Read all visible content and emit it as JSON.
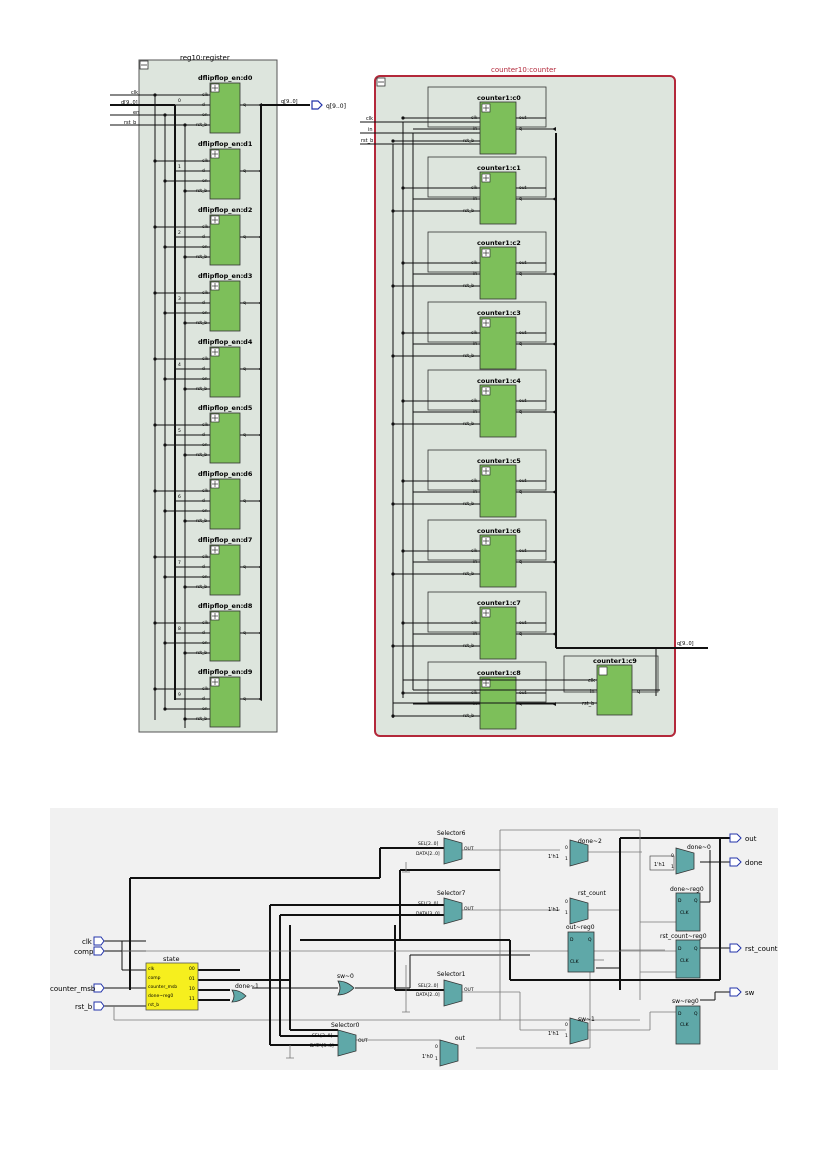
{
  "top_diagram": {
    "register": {
      "title": "reg10:register",
      "port_labels": [
        "clk",
        "d[9..0]",
        "en",
        "rst_b"
      ],
      "output_label": "q[9..0]",
      "output_bus_label": "q[9..0]",
      "cells": [
        {
          "name": "dflipflop_en:d0",
          "bit": "0"
        },
        {
          "name": "dflipflop_en:d1",
          "bit": "1"
        },
        {
          "name": "dflipflop_en:d2",
          "bit": "2"
        },
        {
          "name": "dflipflop_en:d3",
          "bit": "3"
        },
        {
          "name": "dflipflop_en:d4",
          "bit": "4"
        },
        {
          "name": "dflipflop_en:d5",
          "bit": "5"
        },
        {
          "name": "dflipflop_en:d6",
          "bit": "6"
        },
        {
          "name": "dflipflop_en:d7",
          "bit": "7"
        },
        {
          "name": "dflipflop_en:d8",
          "bit": "8"
        },
        {
          "name": "dflipflop_en:d9",
          "bit": "9"
        }
      ],
      "cell_inputs": [
        "clk",
        "d",
        "en",
        "rst_b"
      ],
      "cell_output": "q"
    },
    "counter": {
      "title": "counter10:counter",
      "port_labels": [
        "clk",
        "in",
        "rst_b"
      ],
      "output_bus_label": "q[9..0]",
      "cells": [
        "counter1:c0",
        "counter1:c1",
        "counter1:c2",
        "counter1:c3",
        "counter1:c4",
        "counter1:c5",
        "counter1:c6",
        "counter1:c7",
        "counter1:c8"
      ],
      "last_cell": "counter1:c9",
      "cell_inputs": [
        "clk",
        "in",
        "rst_b"
      ],
      "cell_outputs": [
        "out",
        "q"
      ]
    }
  },
  "bottom_diagram": {
    "inputs": [
      "clk",
      "comp",
      "counter_msb",
      "rst_b"
    ],
    "outputs": [
      "out",
      "done",
      "rst_count",
      "sw"
    ],
    "state": {
      "title": "state",
      "ports_in": [
        "clk",
        "comp",
        "counter_msb",
        "done~reg0",
        "rst_b"
      ],
      "ports_out": [
        "00",
        "01",
        "10",
        "11"
      ]
    },
    "selectors": [
      {
        "name": "Selector6",
        "sel": "SEL[2..0]",
        "data": "DATA[2..0]",
        "out": "OUT"
      },
      {
        "name": "Selector7",
        "sel": "SEL[3..0]",
        "data": "DATA[3..0]",
        "out": "OUT"
      },
      {
        "name": "Selector1",
        "sel": "SEL[2..0]",
        "data": "DATA[2..0]",
        "out": "OUT"
      },
      {
        "name": "Selector0",
        "sel": "SEL[3..0]",
        "data": "DATA[3..0]",
        "out": "OUT"
      }
    ],
    "muxes": [
      {
        "name": "done~2",
        "const": "1'h1"
      },
      {
        "name": "rst_count",
        "const": "1'h1"
      },
      {
        "name": "sw~1",
        "const": "1'h1"
      },
      {
        "name": "out",
        "const": "1'h0"
      },
      {
        "name": "done~0",
        "const": "1'h1"
      }
    ],
    "registers": [
      {
        "name": "out~reg0",
        "d": "D",
        "q": "Q",
        "clk": "CLK"
      },
      {
        "name": "done~reg0",
        "d": "D",
        "q": "Q",
        "clk": "CLK"
      },
      {
        "name": "rst_count~reg0",
        "d": "D",
        "q": "Q",
        "clk": "CLK"
      },
      {
        "name": "sw~reg0",
        "d": "D",
        "q": "Q",
        "clk": "CLK"
      }
    ],
    "gates": [
      {
        "name": "done~1"
      },
      {
        "name": "sw~0"
      }
    ],
    "mux_input_labels": [
      "0",
      "1"
    ]
  },
  "colors": {
    "frame_fill": "#dde5dd",
    "cell_fill": "#7dbf5a",
    "counter_border": "#b3283a",
    "state_fill": "#f6ef1e",
    "selector_fill": "#5fa8a8",
    "io_port": "#2233aa"
  }
}
